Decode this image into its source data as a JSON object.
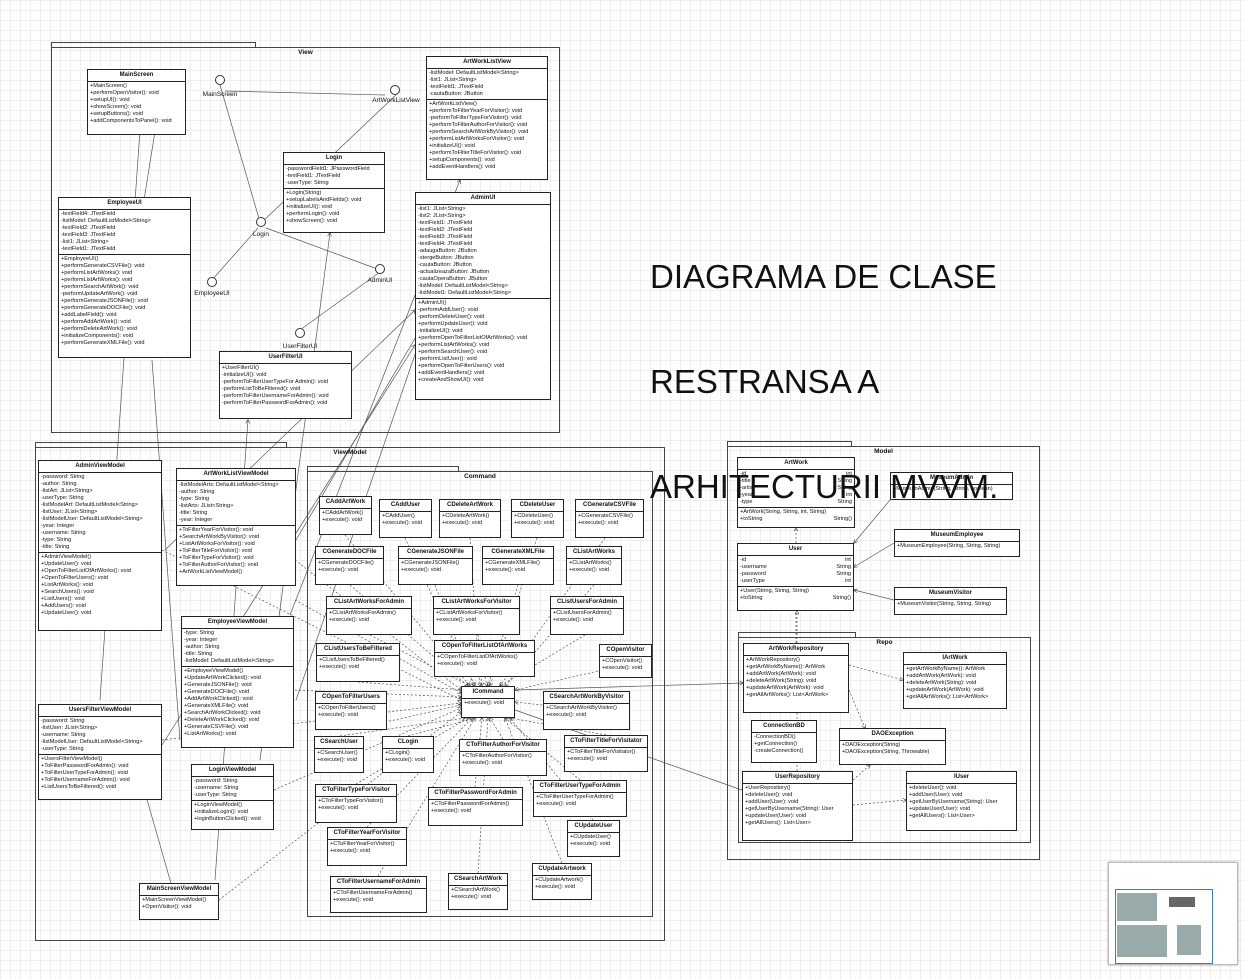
{
  "title_lines": [
    "DIAGRAMA DE CLASE",
    "RESTRANSA A",
    "ARHITECTURII MVVM."
  ],
  "packages": [
    {
      "id": "view",
      "label": "View"
    },
    {
      "id": "viewmodel",
      "label": "ViewModel"
    },
    {
      "id": "command",
      "label": "Command"
    },
    {
      "id": "model",
      "label": "Model"
    },
    {
      "id": "repo",
      "label": "Repo"
    }
  ],
  "nodes": [
    {
      "id": "n-mainscreen",
      "label": "MainScreen"
    },
    {
      "id": "n-artworklistview",
      "label": "ArtWorkListView"
    },
    {
      "id": "n-login",
      "label": "Login"
    },
    {
      "id": "n-employeeui",
      "label": "EmployeeUI"
    },
    {
      "id": "n-adminui",
      "label": "AdminUI"
    },
    {
      "id": "n-userfilterui",
      "label": "UserFilterUI"
    }
  ],
  "classes": [
    {
      "id": "MainScreen",
      "name": "MainScreen",
      "attrs": [],
      "methods": [
        "+MainScreen()",
        "+performOpenVisitor(): void",
        "+setupUI(): void",
        "+showScreen(): void",
        "+setupButtons(): void",
        "+addComponentsToPanel(): void"
      ]
    },
    {
      "id": "ArtWorkListView",
      "name": "ArtWorkListView",
      "attrs": [
        "-listModel: DefaultListModel<String>",
        "-list1: JList<String>",
        "-textField1: JTextField",
        "-cautaButton: JButton"
      ],
      "methods": [
        "+ArtWorkListView()",
        "+performToFilterYearForVisitor(): void",
        "-performToFilterTypeForVisitor(): void",
        "+performToFilterAuthorForVisitor(): void",
        "+performSearchArtWorkByVisitor(): void",
        "+performListArtWorksForVisitor(): void",
        "+initializeUI(): void",
        "+performToFilterTitleForVisitor(): void",
        "+setupComponents(): void",
        "+addEventHandlers(): void"
      ]
    },
    {
      "id": "Login",
      "name": "Login",
      "attrs": [
        "-passwordField1: JPasswordField",
        "-textField1: JTextField",
        "-userType: String"
      ],
      "methods": [
        "+Login(String)",
        "+setupLabelsAndFields(): void",
        "+initializeUI(): void",
        "+performLogin(): void",
        "+showScreen(): void"
      ]
    },
    {
      "id": "EmployeeUI",
      "name": "EmployeeUI",
      "attrs": [
        "-textField4: JTextField",
        "-listModel: DefaultListModel<String>",
        "-textField2: JTextField",
        "-textField3: JTextField",
        "-list1: JList<String>",
        "-textField1: JTextField"
      ],
      "methods": [
        "+EmployeeUI()",
        "+performGenerateCSVFile(): void",
        "+performListArtWorks(): void",
        "+performListArtWorks(): void",
        "+performSearchArtWork(): void",
        "-performUpdateArtWork(): void",
        "+performGenerateJSONFile(): void",
        "+performGenerateDOCFile(): void",
        "+addLabelField(): void",
        "+performAddArtWork(): void",
        "+performDeleteArtWork(): void",
        "+initializeComponents(): void",
        "+performGenerateXMLFile(): void"
      ]
    },
    {
      "id": "AdminUI",
      "name": "AdminUI",
      "attrs": [
        "-list1: JList<String>",
        "-list2: JList<String>",
        "-textField1: JTextField",
        "-textField2: JTextField",
        "-textField3: JTextField",
        "-textField4: JTextField",
        "-adaugaButton: JButton",
        "-stergeButton: JButton",
        "-cautaButton: JButton",
        "-actualizeazaButton: JButton",
        "-cautaOperaButton: JButton",
        "-listModel: DefaultListModel<String>",
        "-listModel1: DefaultListModel<String>"
      ],
      "methods": [
        "+AdminUI()",
        "-performAddUser(): void",
        "-performDeleteUser(): void",
        "+performUpdateUser(): void",
        "-initializeUI(): void",
        "+performOpenToFilterListOfArtWorks(): void",
        "+performListArtWorks(): void",
        "+performSearchUser(): void",
        "-performListUser(): void",
        "+performOpenToFilterUsers(): void",
        "+addEventHandlers(): void",
        "+createAndShowUI(): void"
      ]
    },
    {
      "id": "UserFilterUI",
      "name": "UserFilterUI",
      "attrs": [],
      "methods": [
        "+UserFilterUI()",
        "-initializeUI(): void",
        "-performToFilterUserTypeFor Admin(): void",
        "-performListToBeFiltered(): void",
        "-performToFilterUsernameForAdmin(): void",
        "-performToFilterPasswordForAdmin(): void"
      ]
    },
    {
      "id": "AdminViewModel",
      "name": "AdminViewModel",
      "attrs": [
        "-password: String",
        "-author: String",
        "-listArt: JList<String>",
        "-userType: String",
        "-listModelArt: DefaultListModel<String>",
        "-listUser: JList<String>",
        "-listModelUser: DefaultListModel<String>",
        "-year: Integer",
        "-username: String",
        "-type: String",
        "-title: String"
      ],
      "methods": [
        "+AdminViewModel()",
        "+UpdateUser(): void",
        "+OpenToFilterListOfArtWorks(): void",
        "+OpenToFilterUsers(): void",
        "+ListArtWorks(): void",
        "+SearchUsers(): void",
        "+ListUsers(): void",
        "+AddUsers(): void",
        "+UpdateUser(): void"
      ]
    },
    {
      "id": "ArtWorkListViewModel",
      "name": "ArtWorkListViewModel",
      "attrs": [
        "-listModelArts: DefaultListModel<String>",
        "-author: String",
        "-type: String",
        "-listArts: JList<String>",
        "-title: String",
        "-year: Integer"
      ],
      "methods": [
        "+ToFilterYearForVisitor(): void",
        "+SearchArtWorkByVisitor(): void",
        "+ListArtWorksForVisitor(): void",
        "+ToFilterTitleForVisitor(): void",
        "+ToFilterTypeForVisitor(): void",
        "+ToFilterAuthorForVisitor(): void",
        "+ArtWorkListViewModel()"
      ]
    },
    {
      "id": "EmployeeViewModel",
      "name": "EmployeeViewModel",
      "attrs": [
        "-type: String",
        "-year: Integer",
        "-author: String",
        "-title: String",
        "-listModel: DefaultListModel<String>"
      ],
      "methods": [
        "+EmployeeViewModel()",
        "+UpdateArtWorkClicked(): void",
        "+GenerateJSONFile(): void",
        "+GenerateDOCFile(): void",
        "+AddArtWorkClicked(): void",
        "+GenerateXMLFile(): void",
        "+SearchArtWorkClicked(): void",
        "+DeleteArtWorkClicked(): void",
        "+GenerateCSVFile(): void",
        "+ListArtWorks(): void"
      ]
    },
    {
      "id": "UsersFilterViewModel",
      "name": "UsersFilterViewModel",
      "attrs": [
        "-password: String",
        "-listUser: JList<String>",
        "-username: String",
        "-listModelUser: DefaultListModel<String>",
        "-userType: String"
      ],
      "methods": [
        "+UsersFilterViewModel()",
        "+ToFilterPasswordForAdmin(): void",
        "+ToFilterUserTypeForAdmin(): void",
        "+ToFilterUsernameForAdmin(): void",
        "+ListUsersToBeFiltered(): void"
      ]
    },
    {
      "id": "LoginViewModel",
      "name": "LoginViewModel",
      "attrs": [
        "-password: String",
        "-username: String",
        "-userType: String"
      ],
      "methods": [
        "+LoginViewModel()",
        "+initializeLogin(): void",
        "+loginButtonClicked(): void"
      ]
    },
    {
      "id": "MainScreenViewModel",
      "name": "MainScreenViewModel",
      "attrs": [],
      "methods": [
        "+MainScreenViewModel()",
        "+OpenVisitor(): void"
      ]
    },
    {
      "id": "CAddArtWork",
      "name": "CAddArtWork",
      "attrs": [],
      "methods": [
        "+CAddArtWork()",
        "+execute(): void"
      ]
    },
    {
      "id": "CAddUser",
      "name": "CAddUser",
      "attrs": [],
      "methods": [
        "+CAddUser()",
        "+execute(): void"
      ]
    },
    {
      "id": "CDeleteArtWork",
      "name": "CDeleteArtWork",
      "attrs": [],
      "methods": [
        "+CDeleteArtWork()",
        "+execute(): void"
      ]
    },
    {
      "id": "CDeleteUser",
      "name": "CDeleteUser",
      "attrs": [],
      "methods": [
        "+CDeleteUser()",
        "+execute(): void"
      ]
    },
    {
      "id": "CGenerateCSVFile",
      "name": "CGenerateCSVFile",
      "attrs": [],
      "methods": [
        "+CGenerateCSVFile()",
        "+execute(): void"
      ]
    },
    {
      "id": "CGenerateDOCFile",
      "name": "CGenerateDOCFile",
      "attrs": [],
      "methods": [
        "+CGenerateDOCFile()",
        "+execute(): void"
      ]
    },
    {
      "id": "CGenerateJSONFile",
      "name": "CGenerateJSONFile",
      "attrs": [],
      "methods": [
        "+CGenerateJSONFile()",
        "+execute(): void"
      ]
    },
    {
      "id": "CGenerateXMLFile",
      "name": "CGenerateXMLFile",
      "attrs": [],
      "methods": [
        "+CGenerateXMLFile()",
        "+execute(): void"
      ]
    },
    {
      "id": "CListArtWorks",
      "name": "CListArtWorks",
      "attrs": [],
      "methods": [
        "+CListArtWorks()",
        "+execute(): void"
      ]
    },
    {
      "id": "CListArtWorksForAdmin",
      "name": "CListArtWorksForAdmin",
      "attrs": [],
      "methods": [
        "+CListArtWorksForAdmin()",
        "+execute(): void"
      ]
    },
    {
      "id": "CListArtWorksForVisitor",
      "name": "CListArtWorksForVisitor",
      "attrs": [],
      "methods": [
        "+CListArtWorksForVisitor()",
        "+execute(): void"
      ]
    },
    {
      "id": "CListUsersForAdmin",
      "name": "CListUsersForAdmin",
      "attrs": [],
      "methods": [
        "+CListUsersForAdmin()",
        "+execute(): void"
      ]
    },
    {
      "id": "CListUsersToBeFiltered",
      "name": "CListUsersToBeFiltered",
      "attrs": [],
      "methods": [
        "+CListUsersToBeFiltered()",
        "+execute(): void"
      ]
    },
    {
      "id": "COpenToFilterListOfArtWorks",
      "name": "COpenToFilterListOfArtWorks",
      "attrs": [],
      "methods": [
        "+COpenToFilterListOfArtWorks()",
        "+execute(): void"
      ]
    },
    {
      "id": "COpenVisitor",
      "name": "COpenVisitor",
      "attrs": [],
      "methods": [
        "+COpenVisitor()",
        "+execute(): void"
      ]
    },
    {
      "id": "COpenToFilterUsers",
      "name": "COpenToFilterUsers",
      "attrs": [],
      "methods": [
        "+COpenToFilterUsers()",
        "+execute(): void"
      ]
    },
    {
      "id": "ICommand",
      "name": "ICommand",
      "attrs": [],
      "methods": [
        "+execute(): void"
      ]
    },
    {
      "id": "CSearchArtWorkByVisitor",
      "name": "CSearchArtWorkByVisitor",
      "attrs": [],
      "methods": [
        "+CSearchArtWorkByVisitor()",
        "+execute(): void"
      ]
    },
    {
      "id": "CSearchUser",
      "name": "CSearchUser",
      "attrs": [],
      "methods": [
        "+CSearchUser()",
        "+execute(): void"
      ]
    },
    {
      "id": "CLogin",
      "name": "CLogin",
      "attrs": [],
      "methods": [
        "+CLogin()",
        "+execute(): void"
      ]
    },
    {
      "id": "CToFilterAuthorForVisitor",
      "name": "CToFilterAuthorForVisitor",
      "attrs": [],
      "methods": [
        "+CToFilterAuthorForVisitor()",
        "+execute(): void"
      ]
    },
    {
      "id": "CToFilterTitleForVisitator",
      "name": "CToFilterTitleForVisitator",
      "attrs": [],
      "methods": [
        "+CToFilterTitleForVisitator()",
        "+execute(): void"
      ]
    },
    {
      "id": "CToFilterTypeForVisitor",
      "name": "CToFilterTypeForVisitor",
      "attrs": [],
      "methods": [
        "+CToFilterTypeForVisitor()",
        "+execute(): void"
      ]
    },
    {
      "id": "CToFilterPasswordForAdmin",
      "name": "CToFilterPasswordForAdmin",
      "attrs": [],
      "methods": [
        "+CToFilterPasswordForAdmin()",
        "+execute(): void"
      ]
    },
    {
      "id": "CToFilterUserTypeForAdmin",
      "name": "CToFilterUserTypeForAdmin",
      "attrs": [],
      "methods": [
        "+CToFilterUserTypeForAdmin()",
        "+execute(): void"
      ]
    },
    {
      "id": "CUpdateUser",
      "name": "CUpdateUser",
      "attrs": [],
      "methods": [
        "+CUpdateUser()",
        "+execute(): void"
      ]
    },
    {
      "id": "CToFilterYearForVisitor",
      "name": "CToFilterYearForVisitor",
      "attrs": [],
      "methods": [
        "+CToFilterYearForVisitor()",
        "+execute(): void"
      ]
    },
    {
      "id": "CUpdateArtwork",
      "name": "CUpdateArtwork",
      "attrs": [],
      "methods": [
        "+CUpdateArtwork()",
        "+execute(): void"
      ]
    },
    {
      "id": "CToFilterUsernameForAdmin",
      "name": "CToFilterUsernameForAdmin",
      "attrs": [],
      "methods": [
        "+CToFilterUsernameForAdmin()",
        "+execute(): void"
      ]
    },
    {
      "id": "CSearchArtWork",
      "name": "CSearchArtWork",
      "attrs": [],
      "methods": [
        "+CSearchArtWork()",
        "+execute(): void"
      ]
    },
    {
      "id": "ArtWork",
      "name": "ArtWork",
      "attrs": [
        "-id|int",
        "-title|String",
        "-artist|String",
        "-year|int",
        "-type|String"
      ],
      "methods": [
        "+ArtWork(String, String, int, String)",
        "+toString|String()"
      ]
    },
    {
      "id": "MuseumAdmin",
      "name": "MuseumAdmin",
      "attrs": [],
      "methods": [
        "+MuseumAdmin(String, String, boolean)"
      ]
    },
    {
      "id": "User",
      "name": "User",
      "attrs": [
        "-id|int",
        "-username|String",
        "-password|String",
        "-userType|int"
      ],
      "methods": [
        "+User(String, String, String)",
        "+toString|String()"
      ]
    },
    {
      "id": "MuseumEmployee",
      "name": "MuseumEmployee",
      "attrs": [],
      "methods": [
        "+MuseumEmployee(String, String, String)"
      ]
    },
    {
      "id": "MuseumVisitor",
      "name": "MuseumVisitor",
      "attrs": [],
      "methods": [
        "+MuseumVisitor(String, String, String)"
      ]
    },
    {
      "id": "ArtWorkRepository",
      "name": "ArtWorkRepository",
      "attrs": [],
      "methods": [
        "+ArtWorkRepository()",
        "+getArtWorkByName(): ArtWork",
        "+addArtWork(ArtWork): void",
        "+deleteArtWork(String): void",
        "+updateArtWork(ArtWork): void",
        "+getAllArtWorks(): List<ArtWork>"
      ]
    },
    {
      "id": "IArtWork",
      "name": "IArtWork",
      "attrs": [],
      "methods": [
        "+getArtWorkByName(): ArtWork",
        "+addArtWork(ArtWork): void",
        "+deleteArtWork(String): void",
        "+updateArtWork(ArtWork): void",
        "+getAllArtWorks(): List<ArtWork>"
      ]
    },
    {
      "id": "ConnectionBD",
      "name": "ConnectionBD",
      "attrs": [],
      "methods": [
        "-ConnectionBD()",
        "+getConnection()",
        "-createConnection()"
      ]
    },
    {
      "id": "DAOException",
      "name": "DAOException",
      "attrs": [],
      "methods": [
        "+DAOException(String)",
        "+DAOException(String, Throwable)"
      ]
    },
    {
      "id": "UserRepository",
      "name": "UserRepository",
      "attrs": [],
      "methods": [
        "+UserRepository()",
        "+deleteUser(): void",
        "+addUser(User): void",
        "+getUserByUsername(String): User",
        "+updateUser(User): void",
        "+getAllUsers(): List<User>"
      ]
    },
    {
      "id": "IUser",
      "name": "IUser",
      "attrs": [],
      "methods": [
        "+deleteUser(): void",
        "+addUser(User): void",
        "+getUserByUsername(String): User",
        "+updateUser(User): void",
        "+getAllUsers(): List<User>"
      ]
    }
  ]
}
